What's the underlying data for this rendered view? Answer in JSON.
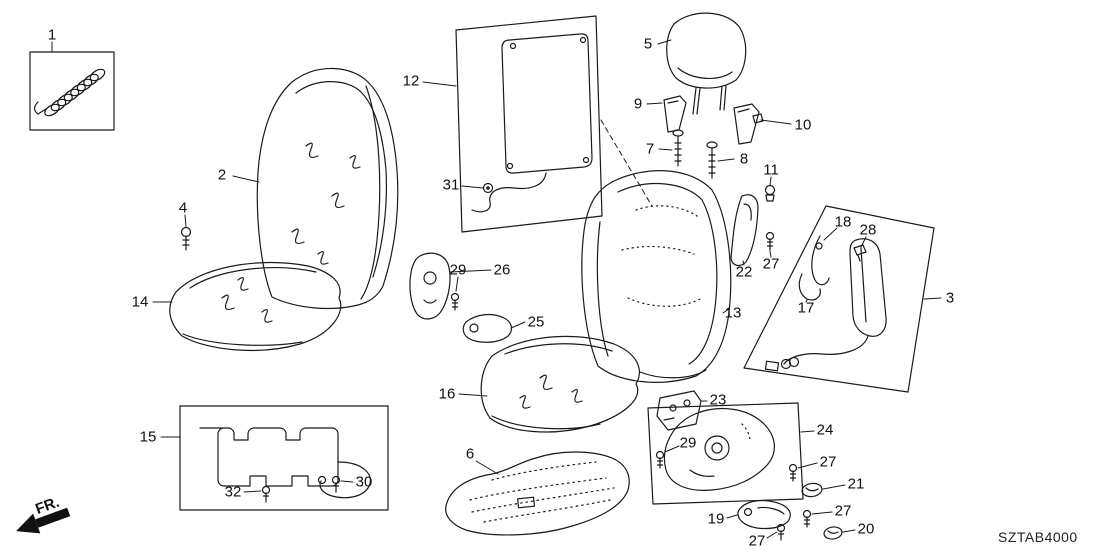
{
  "diagram": {
    "code": "SZTAB4000",
    "direction_label": "FR.",
    "callouts": {
      "p1": "1",
      "p2": "2",
      "p3": "3",
      "p4": "4",
      "p5": "5",
      "p6": "6",
      "p7": "7",
      "p8": "8",
      "p9": "9",
      "p10": "10",
      "p11": "11",
      "p12": "12",
      "p13": "13",
      "p14": "14",
      "p15": "15",
      "p16": "16",
      "p17": "17",
      "p18": "18",
      "p19": "19",
      "p20": "20",
      "p21": "21",
      "p22": "22",
      "p23": "23",
      "p24": "24",
      "p25": "25",
      "p26": "26",
      "p27a": "27",
      "p27b": "27",
      "p27c": "27",
      "p27d": "27",
      "p28": "28",
      "p29a": "29",
      "p29b": "29",
      "p30": "30",
      "p31": "31",
      "p32": "32"
    }
  }
}
